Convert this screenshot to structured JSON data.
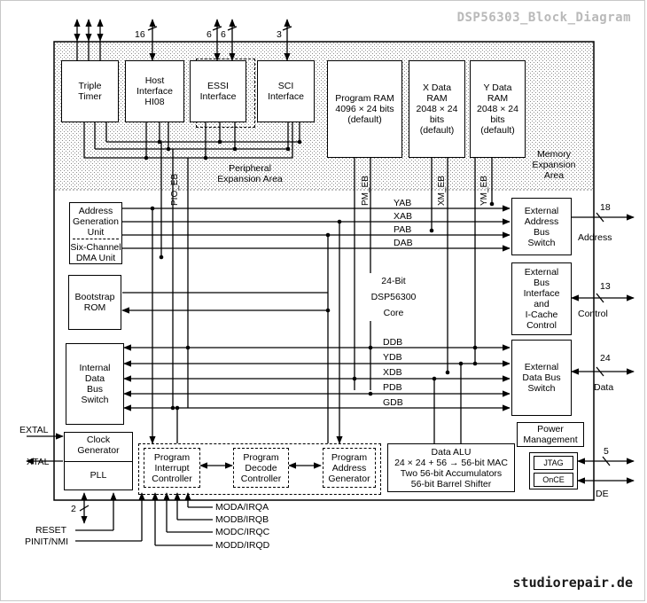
{
  "title": "DSP56303_Block_Diagram",
  "watermark": "studiorepair.de",
  "blocks": {
    "triple_timer": "Triple\nTimer",
    "host_interface": "Host\nInterface\nHI08",
    "essi": "ESSI\nInterface",
    "sci": "SCI\nInterface",
    "program_ram": "Program RAM\n4096 × 24 bits\n(default)",
    "x_data_ram": "X Data\nRAM\n2048 × 24\nbits\n(default)",
    "y_data_ram": "Y Data\nRAM\n2048 × 24\nbits\n(default)",
    "address_generation_unit": "Address\nGeneration\nUnit",
    "dma_unit": "Six-Channel\nDMA  Unit",
    "bootstrap_rom": "Bootstrap\nROM",
    "internal_data_bus_switch": "Internal\nData\nBus\nSwitch",
    "external_address_bus_switch": "External\nAddress\nBus\nSwitch",
    "external_bus_interface": "External\nBus\nInterface\nand\nI-Cache\nControl",
    "external_data_bus_switch": "External\nData Bus\nSwitch",
    "clock_generator": "Clock\nGenerator",
    "pll": "PLL",
    "program_interrupt_controller": "Program\nInterrupt\nController",
    "program_decode_controller": "Program\nDecode\nController",
    "program_address_generator": "Program\nAddress\nGenerator",
    "data_alu": "Data ALU\n24 × 24 + 56 → 56-bit MAC\nTwo 56-bit Accumulators\n56-bit Barrel Shifter",
    "power_management": "Power\nManagement",
    "jtag": "JTAG",
    "once": "OnCE"
  },
  "areas": {
    "peripheral_expansion": "Peripheral\nExpansion Area",
    "memory_expansion": "Memory\nExpansion\nArea",
    "core": "24-Bit\nDSP56300\nCore"
  },
  "buses": [
    "YAB",
    "XAB",
    "PAB",
    "DAB",
    "DDB",
    "YDB",
    "XDB",
    "PDB",
    "GDB"
  ],
  "expansion_buses": [
    "PIO_EB",
    "PM_EB",
    "XM_EB",
    "YM_EB"
  ],
  "pin_counts": [
    "16",
    "6",
    "6",
    "3",
    "18",
    "13",
    "24",
    "2",
    "5"
  ],
  "signals": {
    "address": "Address",
    "control": "Control",
    "data": "Data",
    "extal": "EXTAL",
    "xtal": "XTAL",
    "reset": "RESET",
    "pinit": "PINIT/NMI",
    "de": "DE",
    "mod_pins": [
      "MODA/IRQA",
      "MODB/IRQB",
      "MODC/IRQC",
      "MODD/IRQD"
    ]
  }
}
